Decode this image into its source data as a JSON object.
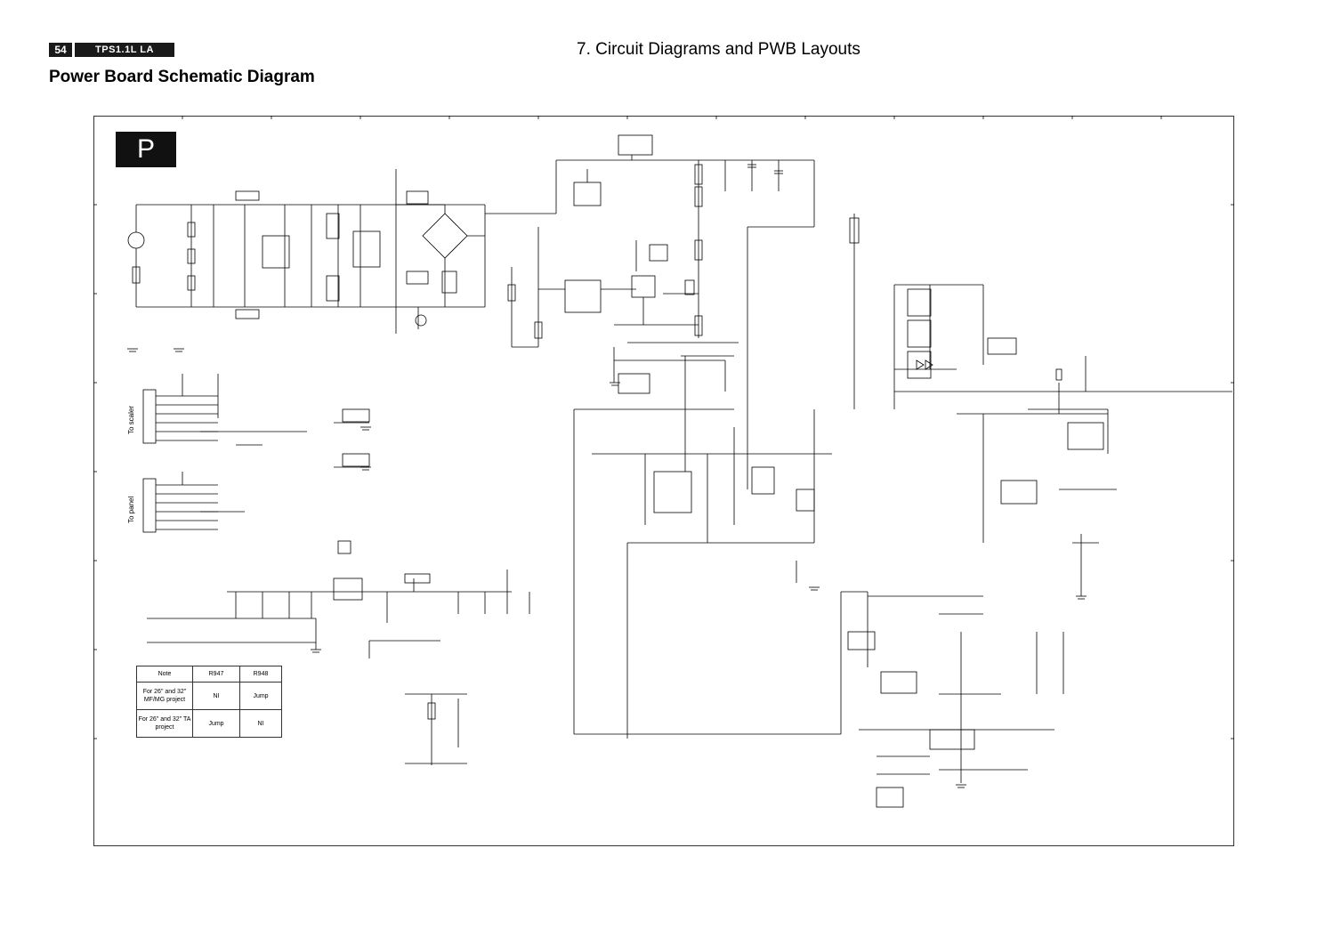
{
  "header": {
    "page_number": "54",
    "model": "TPS1.1L LA",
    "chapter": "7. Circuit Diagrams and PWB Layouts",
    "title": "Power Board Schematic Diagram"
  },
  "schematic": {
    "badge": "P",
    "connector_labels": {
      "to_scaler": "To scaler",
      "to_panel": "To panel"
    }
  },
  "note_table": {
    "headers": [
      "Note",
      "R947",
      "R948"
    ],
    "rows": [
      {
        "note": "For 26\" and 32\" MF/MG project",
        "r947": "NI",
        "r948": "Jump"
      },
      {
        "note": "For 26\" and 32\" TA project",
        "r947": "Jump",
        "r948": "NI"
      }
    ]
  },
  "colors": {
    "ink": "#000000",
    "badge_bg": "#111111",
    "tag_bg": "#1a1a1a"
  }
}
